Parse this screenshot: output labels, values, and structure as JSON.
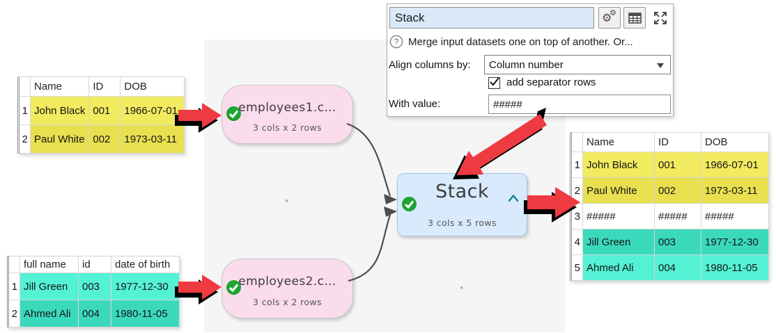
{
  "panel": {
    "title_value": "Stack",
    "help_text": "Merge input datasets one on top of another. Or...",
    "align_label": "Align columns by:",
    "align_value": "Column number",
    "checkbox_label": "add separator rows",
    "checkbox_checked": true,
    "with_label": "With value:",
    "with_value": "#####",
    "icons": [
      "gear-icon",
      "table-view-icon",
      "expand-icon",
      "help-icon"
    ]
  },
  "icons": {
    "help_glyph": "?",
    "gear_glyph": "⚙"
  },
  "nodes": {
    "input1": {
      "title": "employees1.c…",
      "subtitle": "3 cols x 2 rows",
      "status": "ok"
    },
    "input2": {
      "title": "employees2.c…",
      "subtitle": "3 cols x 2 rows",
      "status": "ok"
    },
    "stack": {
      "title": "Stack",
      "subtitle": "3 cols x 5 rows",
      "status": "ok",
      "collapse_caret": "^"
    }
  },
  "tables": {
    "input1": {
      "headers": [
        "Name",
        "ID",
        "DOB"
      ],
      "rows": [
        [
          "1",
          "John Black",
          "001",
          "1966-07-01"
        ],
        [
          "2",
          "Paul White",
          "002",
          "1973-03-11"
        ]
      ],
      "row_styles": [
        "yellow-1",
        "yellow-2"
      ]
    },
    "input2": {
      "headers": [
        "full name",
        "id",
        "date of birth"
      ],
      "rows": [
        [
          "1",
          "Jill Green",
          "003",
          "1977-12-30"
        ],
        [
          "2",
          "Ahmed Ali",
          "004",
          "1980-11-05"
        ]
      ],
      "row_styles": [
        "teal-1",
        "teal-2"
      ]
    },
    "output": {
      "headers": [
        "Name",
        "ID",
        "DOB"
      ],
      "rows": [
        [
          "1",
          "John Black",
          "001",
          "1966-07-01"
        ],
        [
          "2",
          "Paul White",
          "002",
          "1973-03-11"
        ],
        [
          "3",
          "#####",
          "#####",
          "#####"
        ],
        [
          "4",
          "Jill Green",
          "003",
          "1977-12-30"
        ],
        [
          "5",
          "Ahmed Ali",
          "004",
          "1980-11-05"
        ]
      ],
      "row_styles": [
        "yellow-1",
        "yellow-2",
        "plain",
        "teal-2",
        "teal-1"
      ]
    }
  },
  "colors": {
    "yellow_row_light": "#f2ea5f",
    "yellow_row_dark": "#e9e050",
    "teal_row_light": "#54f2d5",
    "teal_row_dark": "#3bd9bc",
    "input_node_bg": "#fbdcec",
    "stack_node_bg": "#d8eafb",
    "stack_node_border": "#a6c4e0",
    "status_green": "#1ea431",
    "annotation_red": "#ee3a41",
    "caret_teal": "#0e8292",
    "title_field_bg": "#d9e9f8",
    "connector_gray": "#4d4d4d"
  }
}
